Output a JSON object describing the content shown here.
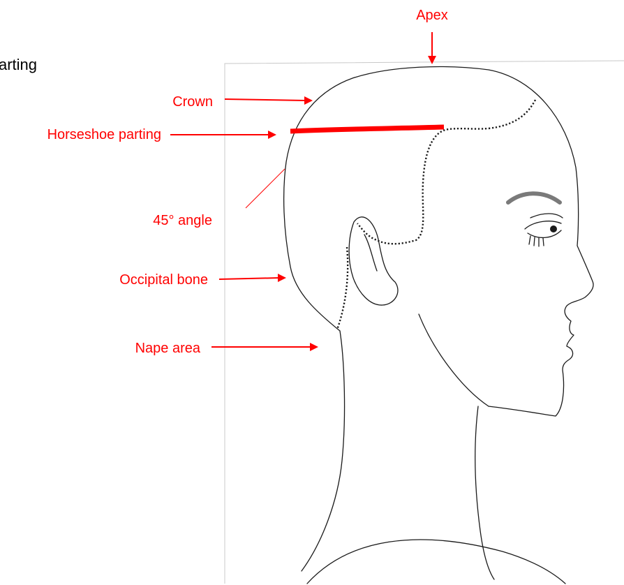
{
  "title_fragment": "arting",
  "labels": {
    "apex": "Apex",
    "crown": "Crown",
    "horseshoe": "Horseshoe parting",
    "angle": "45° angle",
    "occipital": "Occipital bone",
    "nape": "Nape area"
  },
  "colors": {
    "annotation": "#ff0000",
    "line_art": "#1a1a1a",
    "eyebrow": "#7a7a7a",
    "background": "#ffffff"
  }
}
